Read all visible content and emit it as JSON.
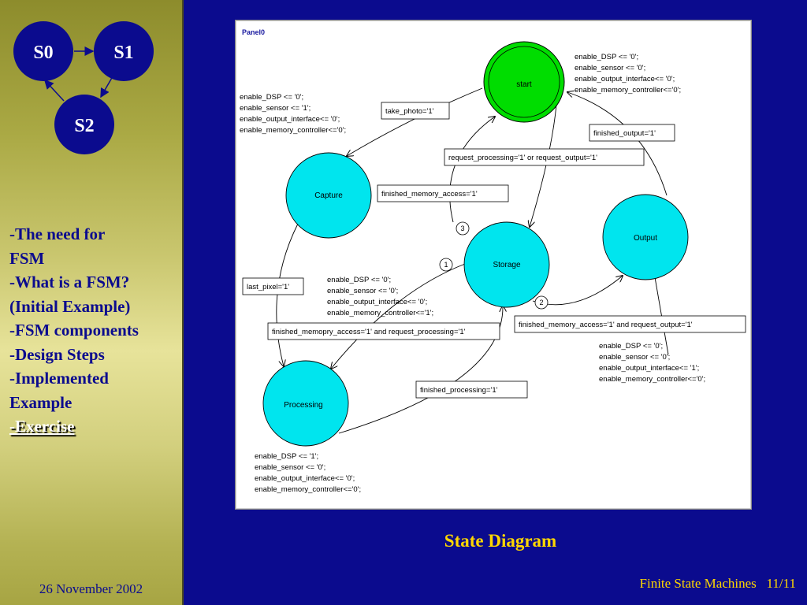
{
  "sidebar": {
    "mini_states": [
      "S0",
      "S1",
      "S2"
    ],
    "outline": [
      {
        "text": "-The need for"
      },
      {
        "text": "FSM"
      },
      {
        "text": "-What is a FSM?"
      },
      {
        "text": "(Initial Example)"
      },
      {
        "text": "-FSM components"
      },
      {
        "text": "-Design Steps"
      },
      {
        "text": "-Implemented"
      },
      {
        "text": "Example"
      },
      {
        "text": "-Exercise",
        "active": true
      }
    ],
    "date": "26 November 2002"
  },
  "panel": {
    "title": "Panel0",
    "states": {
      "start": "start",
      "capture": "Capture",
      "storage": "Storage",
      "output": "Output",
      "processing": "Processing"
    },
    "transitions": {
      "take_photo": "take_photo='1'",
      "request": "request_processing='1' or request_output='1'",
      "finished_memory": "finished_memory_access='1'",
      "finished_output": "finished_output='1'",
      "last_pixel": "last_pixel='1'",
      "memopry_processing": "finished_memopry_access='1' and request_processing='1'",
      "memory_output": "finished_memory_access='1' and request_output='1'",
      "finished_processing": "finished_processing='1'"
    },
    "priorities": [
      "1",
      "2",
      "3"
    ],
    "actions": {
      "start": [
        "enable_DSP <= '0';",
        "enable_sensor <= '0';",
        "enable_output_interface<= '0';",
        "enable_memory_controller<='0';"
      ],
      "capture": [
        "enable_DSP <= '0';",
        "enable_sensor <= '1';",
        "enable_output_interface<= '0';",
        "enable_memory_controller<='0';"
      ],
      "storage": [
        "enable_DSP <= '0';",
        "enable_sensor <= '0';",
        "enable_output_interface<= '0';",
        "enable_memory_controller<='1';"
      ],
      "output": [
        "enable_DSP <= '0';",
        "enable_sensor <= '0';",
        "enable_output_interface<= '1';",
        "enable_memory_controller<='0';"
      ],
      "processing": [
        "enable_DSP <= '1';",
        "enable_sensor <= '0';",
        "enable_output_interface<= '0';",
        "enable_memory_controller<='0';"
      ]
    }
  },
  "caption": "State Diagram",
  "footer": {
    "title": "Finite State Machines",
    "page": "11/11"
  },
  "colors": {
    "background": "#0b0b8e",
    "state_fill": "#00e5ee",
    "start_fill": "#00dd00",
    "caption": "#ffd700"
  }
}
